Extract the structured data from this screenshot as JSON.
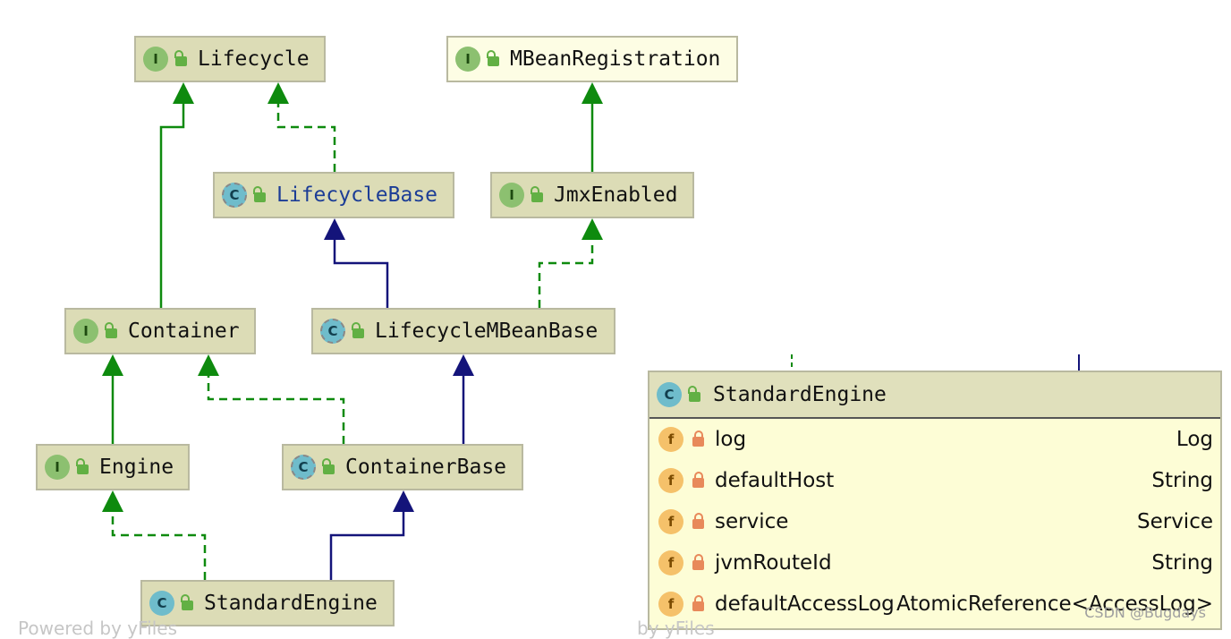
{
  "diagram": {
    "nodes": [
      {
        "id": "lifecycle",
        "kind": "I",
        "label": "Lifecycle"
      },
      {
        "id": "mbeanregistration",
        "kind": "I",
        "label": "MBeanRegistration"
      },
      {
        "id": "lifecyclebase",
        "kind": "C",
        "label": "LifecycleBase"
      },
      {
        "id": "jmxenabled",
        "kind": "I",
        "label": "JmxEnabled"
      },
      {
        "id": "container",
        "kind": "I",
        "label": "Container"
      },
      {
        "id": "lifecyclembeanbase",
        "kind": "C",
        "label": "LifecycleMBeanBase"
      },
      {
        "id": "engine",
        "kind": "I",
        "label": "Engine"
      },
      {
        "id": "containerbase",
        "kind": "C",
        "label": "ContainerBase"
      },
      {
        "id": "standardengine",
        "kind": "C",
        "label": "StandardEngine"
      }
    ]
  },
  "detail": {
    "kind": "C",
    "title": "StandardEngine",
    "fields": [
      {
        "kind": "f",
        "name": "log",
        "type": "Log"
      },
      {
        "kind": "f",
        "name": "defaultHost",
        "type": "String"
      },
      {
        "kind": "f",
        "name": "service",
        "type": "Service"
      },
      {
        "kind": "f",
        "name": "jvmRouteId",
        "type": "String"
      },
      {
        "kind": "f",
        "name": "defaultAccessLog",
        "type": "AtomicReference<AccessLog>"
      }
    ]
  },
  "watermark": "CSDN @Bugdays",
  "footer": {
    "left": "Powered by yFiles",
    "right": "by yFiles"
  },
  "colors": {
    "extends": "#0e8a0e",
    "implements_class": "#14147a"
  }
}
